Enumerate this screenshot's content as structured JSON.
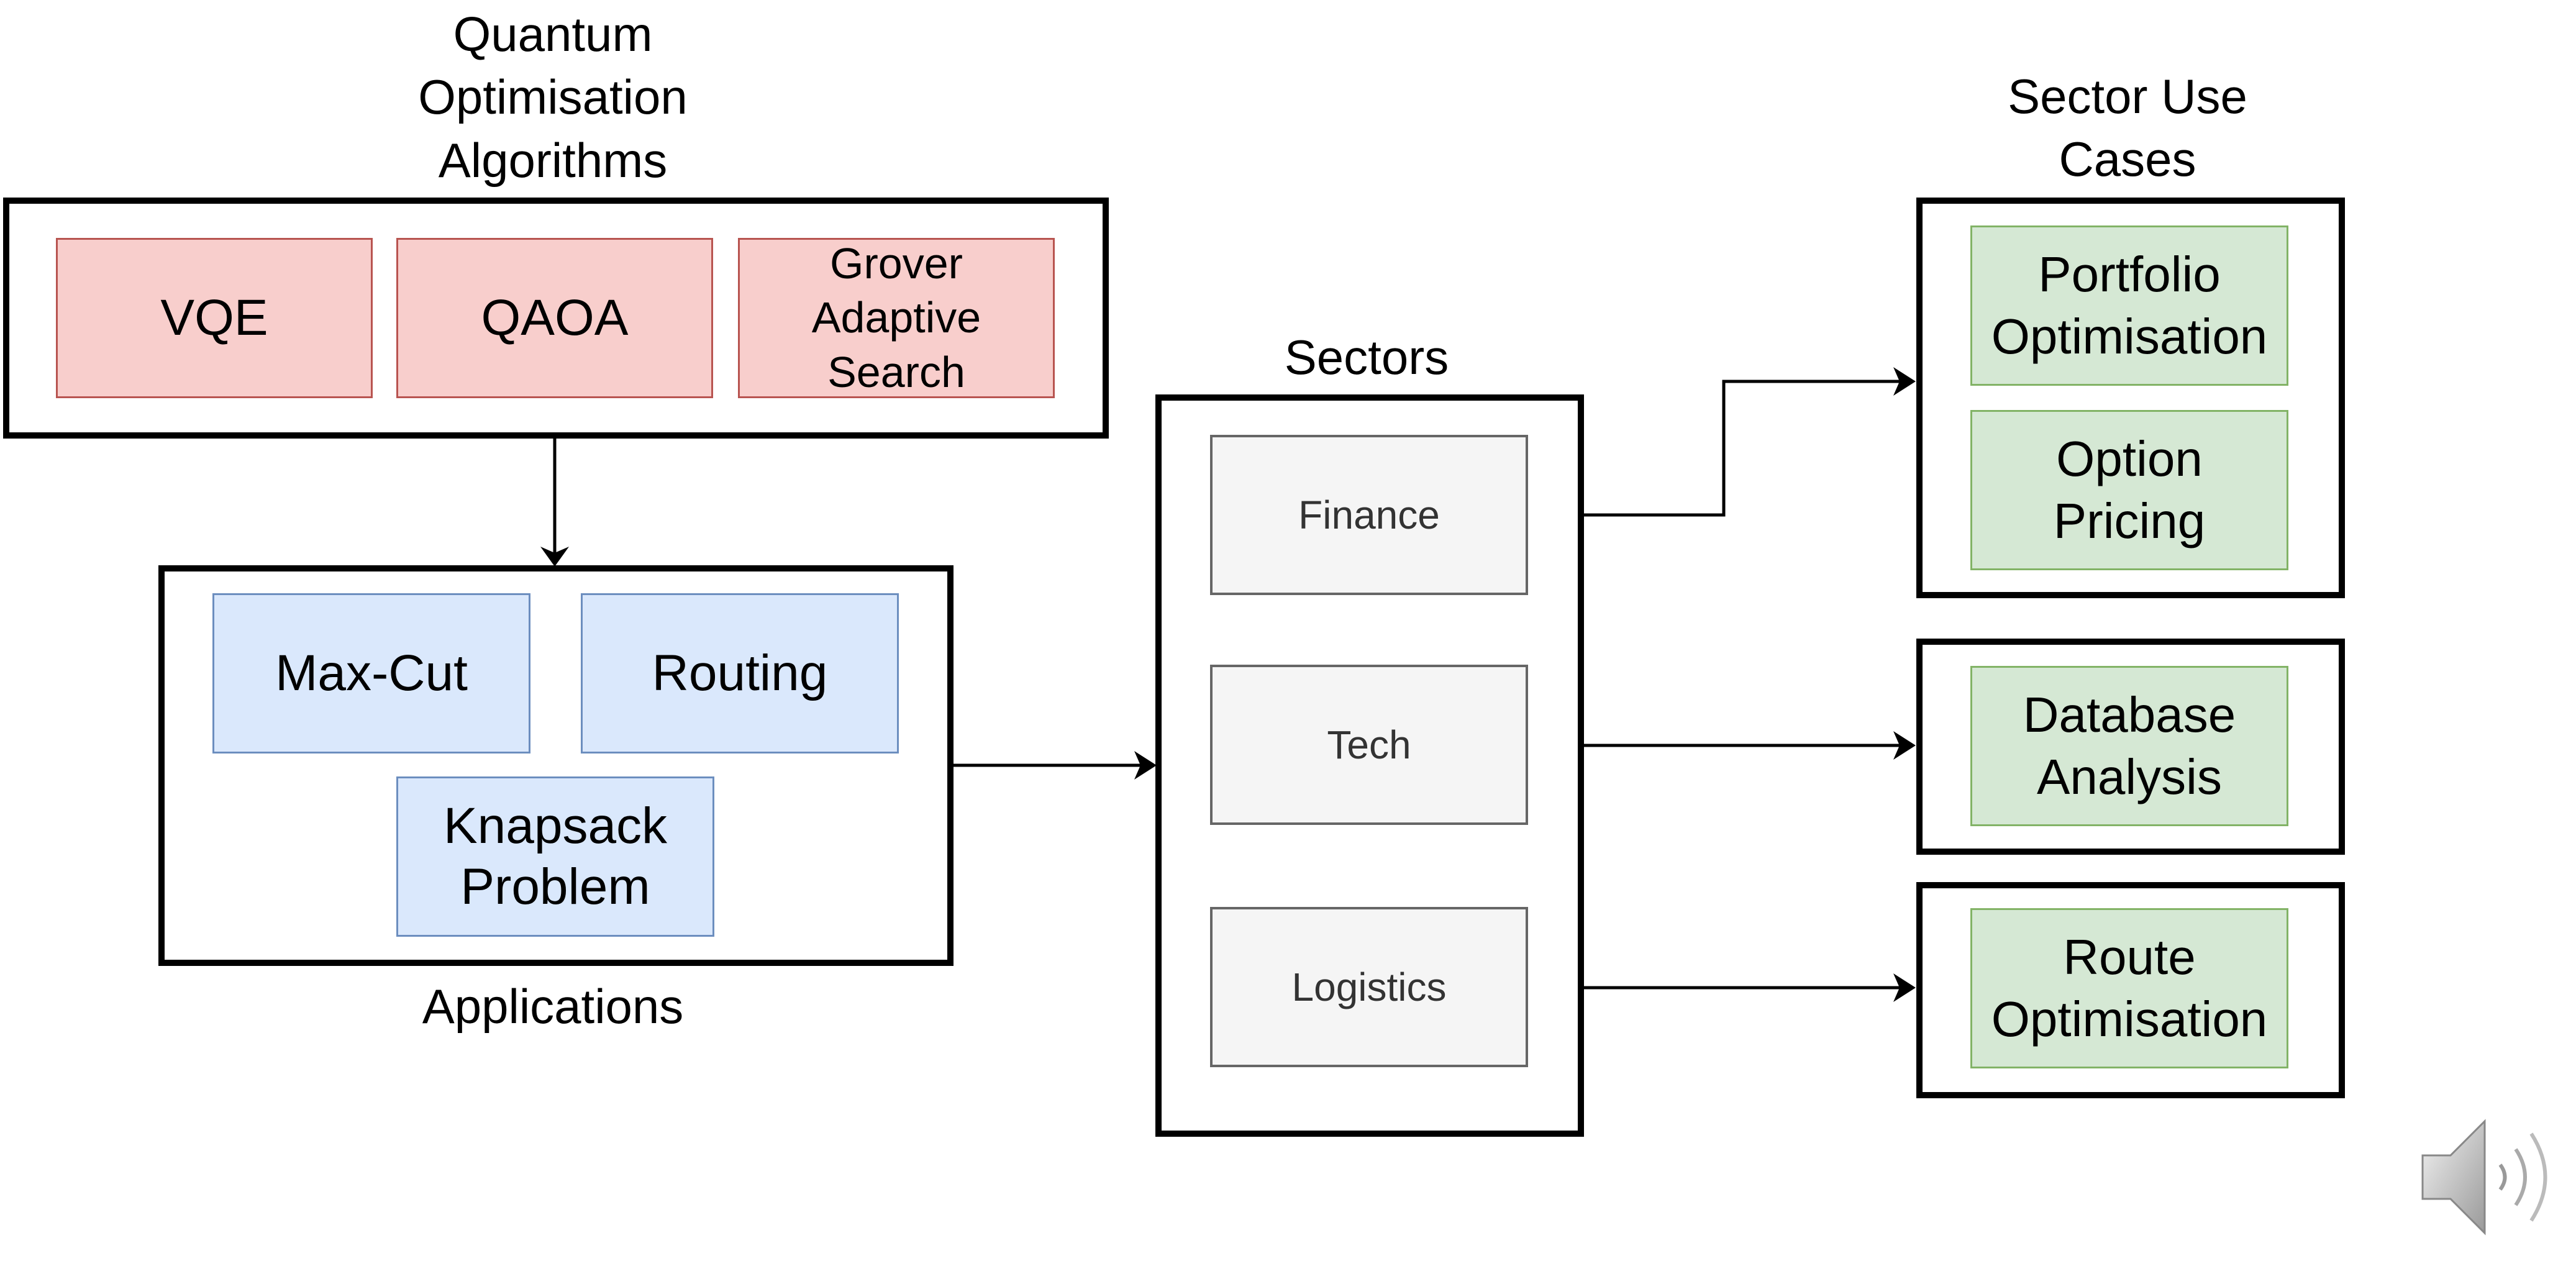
{
  "algorithms": {
    "title": "Quantum\nOptimisation\nAlgorithms",
    "items": [
      "VQE",
      "QAOA",
      "Grover\nAdaptive\nSearch"
    ]
  },
  "applications": {
    "title": "Applications",
    "items": [
      "Max-Cut",
      "Routing",
      "Knapsack\nProblem"
    ]
  },
  "sectors": {
    "title": "Sectors",
    "items": [
      "Finance",
      "Tech",
      "Logistics"
    ]
  },
  "use_cases": {
    "title": "Sector Use\nCases",
    "items": [
      "Portfolio\nOptimisation",
      "Option\nPricing",
      "Database\nAnalysis",
      "Route\nOptimisation"
    ]
  },
  "icons": {
    "audio": "speaker-icon"
  }
}
